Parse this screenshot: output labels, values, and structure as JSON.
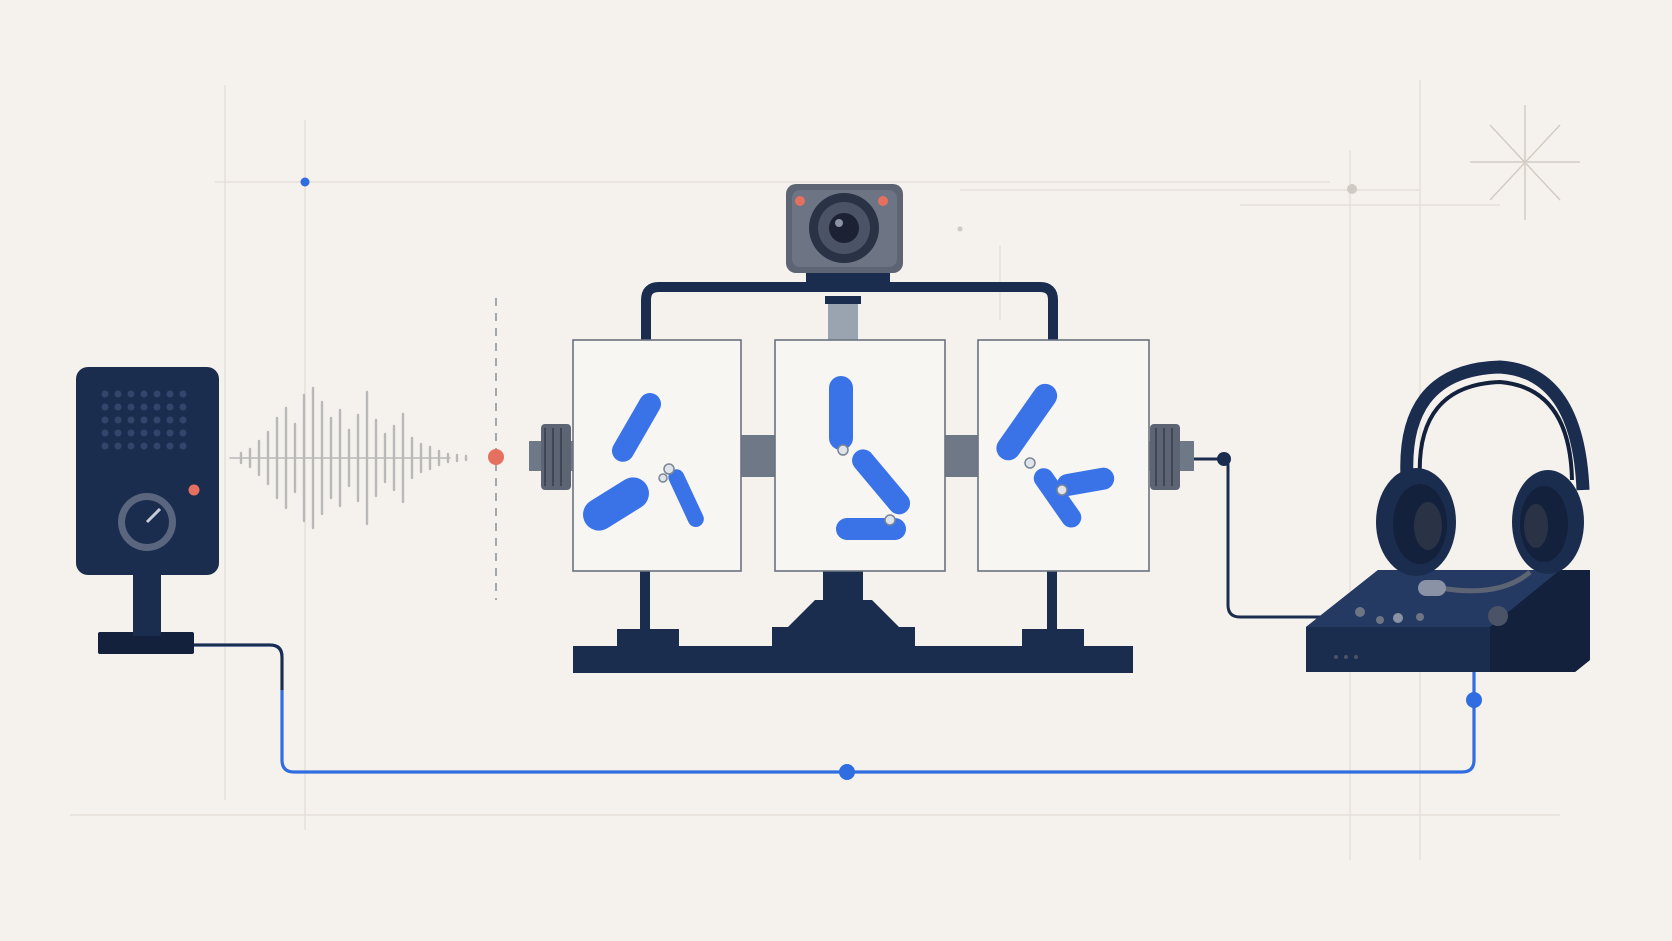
{
  "colors": {
    "background": "#f5f1ec",
    "navy": "#1b2d4f",
    "navy_dark": "#13213d",
    "accent_blue": "#2f6de0",
    "limb_blue": "#3a72e8",
    "signal_red": "#e5705f",
    "grid_line": "#e2ddd6",
    "wave_gray": "#b9b9b9",
    "panel_fill": "#f7f6f3",
    "panel_border": "#6b7280"
  },
  "components": {
    "speaker": {
      "icon": "speaker-icon"
    },
    "sound_wave": {
      "icon": "waveform-icon"
    },
    "camera": {
      "icon": "camera-icon"
    },
    "pose_panels": [
      {
        "icon": "pose-figure-icon",
        "pose": "arms-spread"
      },
      {
        "icon": "pose-figure-icon",
        "pose": "leg-bent"
      },
      {
        "icon": "pose-figure-icon",
        "pose": "arm-folded"
      }
    ],
    "headset": {
      "icon": "headphones-icon"
    },
    "console": {
      "icon": "control-console-icon"
    }
  }
}
